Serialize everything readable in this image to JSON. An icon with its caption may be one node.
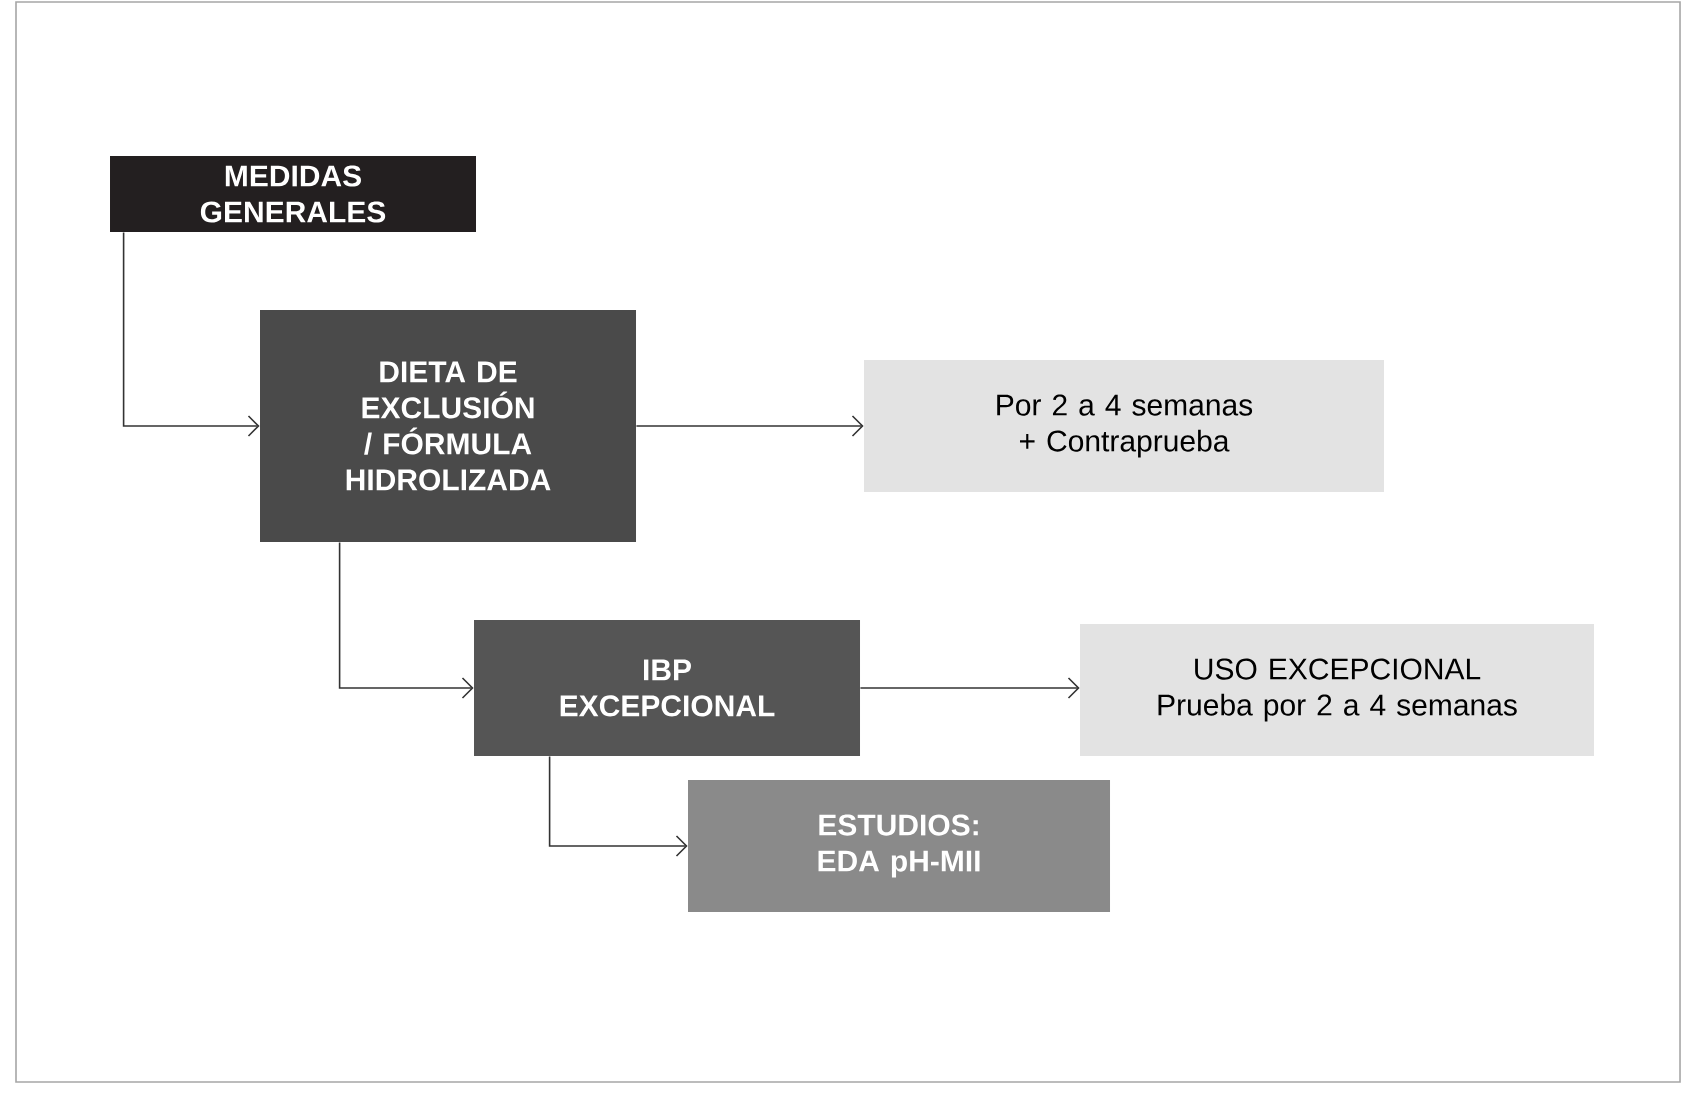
{
  "diagram": {
    "nodes": [
      {
        "text": [
          "MEDIDAS GENERALES"
        ]
      },
      {
        "text": [
          "DIETA DE EXCLUSIÓN / FÓRMULA HIDROLIZADA"
        ]
      },
      {
        "text": [
          "Por 2 a 4 semanas + Contraprueba"
        ]
      },
      {
        "text": [
          "IBP EXCEPCIONAL"
        ]
      },
      {
        "text": [
          "USO EXCEPCIONAL Prueba por 2 a 4 semanas"
        ]
      },
      {
        "text": [
          "ESTUDIOS: EDA pH-MII"
        ]
      }
    ],
    "edges": [
      {
        "from": 0,
        "to": 1,
        "arrow": "to"
      },
      {
        "from": 1,
        "to": 2,
        "arrow": "to"
      },
      {
        "from": 1,
        "to": 3,
        "arrow": "to"
      },
      {
        "from": 3,
        "to": 4,
        "arrow": "to"
      },
      {
        "from": 3,
        "to": 5,
        "arrow": "to"
      }
    ]
  }
}
